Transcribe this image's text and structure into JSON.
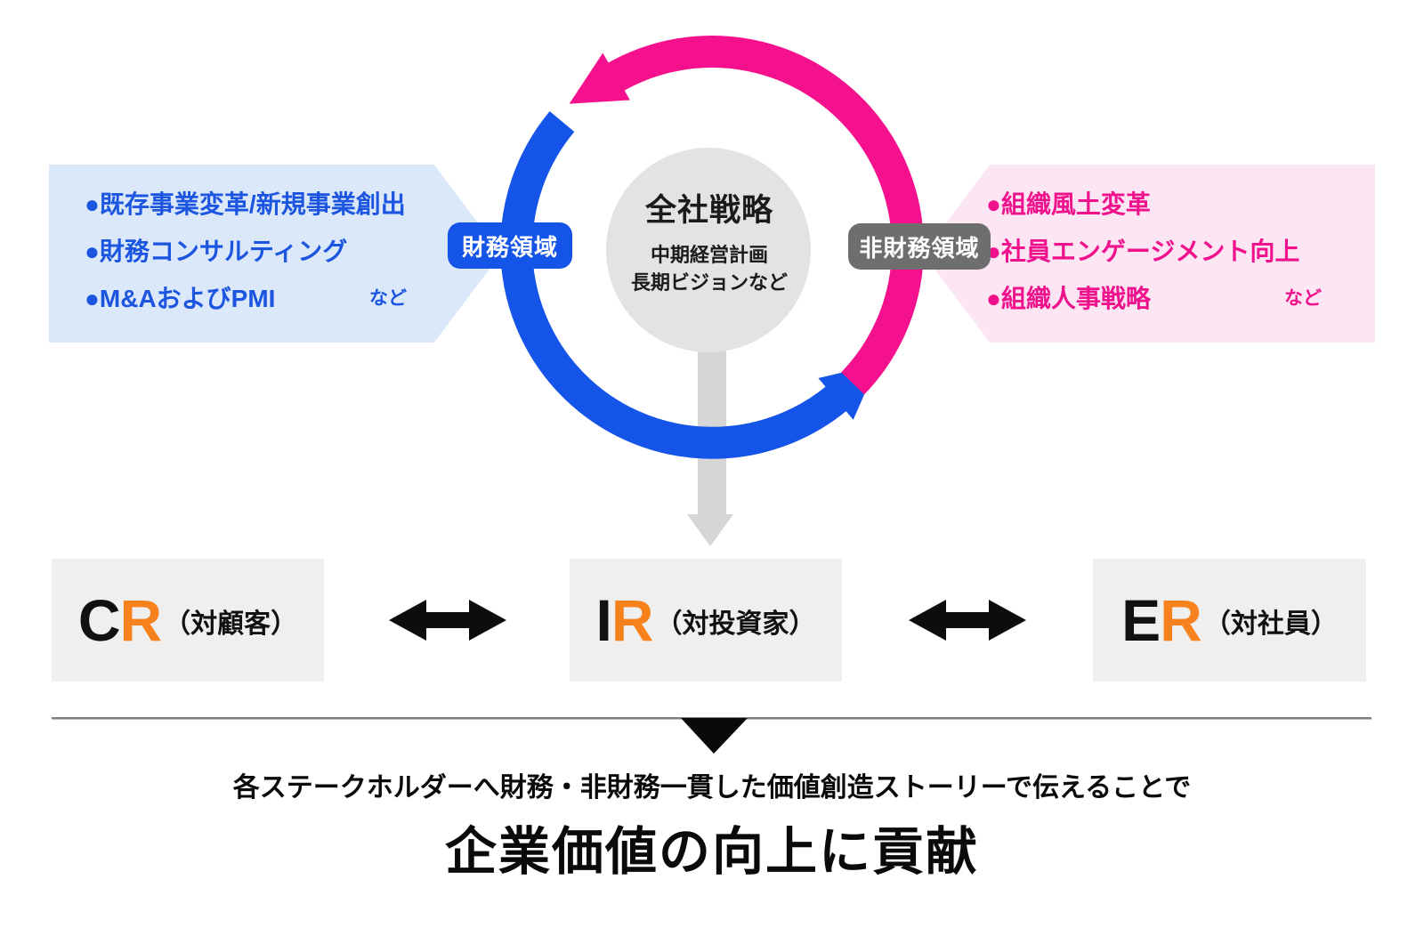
{
  "colors": {
    "blue": "#1554E8",
    "pink": "#F5108E",
    "light_blue": "#DBE8FA",
    "light_pink": "#FCE6F4",
    "blue_text": "#1B55E0",
    "pink_text": "#F0128D",
    "gray_badge": "#6E6E6E",
    "gray_circle": "#E3E3E3",
    "gray_arrow": "#D6D6D6",
    "box_gray": "#EFEFEF",
    "orange": "#F7821D",
    "line_gray": "#7F7F7F",
    "black": "#111111"
  },
  "cycle": {
    "center_title": "全社戦略",
    "center_sub1": "中期経営計画",
    "center_sub2": "長期ビジョンなど",
    "financial_badge": "財務領域",
    "non_financial_badge": "非財務領域"
  },
  "financial_box": {
    "items": [
      "●既存事業変革/新規事業創出",
      "●財務コンサルティング",
      "●M&AおよびPMI"
    ],
    "etc_label": "など"
  },
  "non_financial_box": {
    "items": [
      "●組織風土変革",
      "●社員エンゲージメント向上",
      "●組織人事戦略"
    ],
    "etc_label": "など"
  },
  "stakeholders": [
    {
      "letter_black": "C",
      "letter_orange": "R",
      "audience": "（対顧客）"
    },
    {
      "letter_black": "I",
      "letter_orange": "R",
      "audience": "（対投資家）"
    },
    {
      "letter_black": "E",
      "letter_orange": "R",
      "audience": "（対社員）"
    }
  ],
  "footer": {
    "line1": "各ステークホルダーへ財務・非財務一貫した価値創造ストーリーで伝えることで",
    "line2": "企業価値の向上に貢献"
  }
}
